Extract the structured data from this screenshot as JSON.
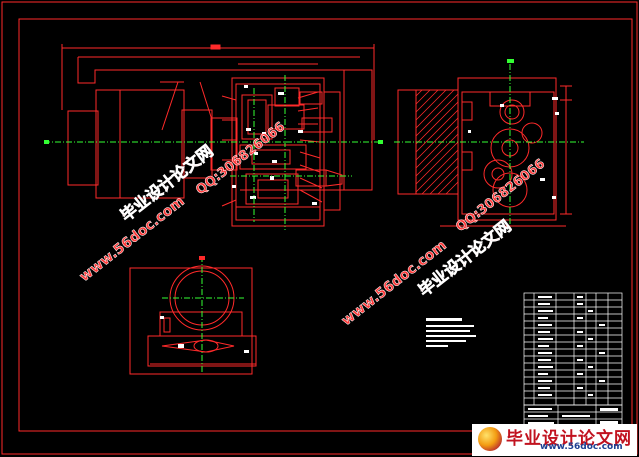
{
  "drawing": {
    "background_color": "#000000",
    "line_color": "#ff2a2a",
    "centerline_color": "#33ff33",
    "accent_color": "#ffffff"
  },
  "watermarks": {
    "site_cn": "毕业设计论文网",
    "site_url": "www.56doc.com",
    "qq": "QQ:306826066",
    "text_color": "#ff3b3b",
    "outline_color": "#ffffff"
  },
  "brand": {
    "name": "毕业设计论文网",
    "url": "www.56doc.com",
    "name_color": "#c1121f",
    "url_color": "#1d3f91"
  }
}
